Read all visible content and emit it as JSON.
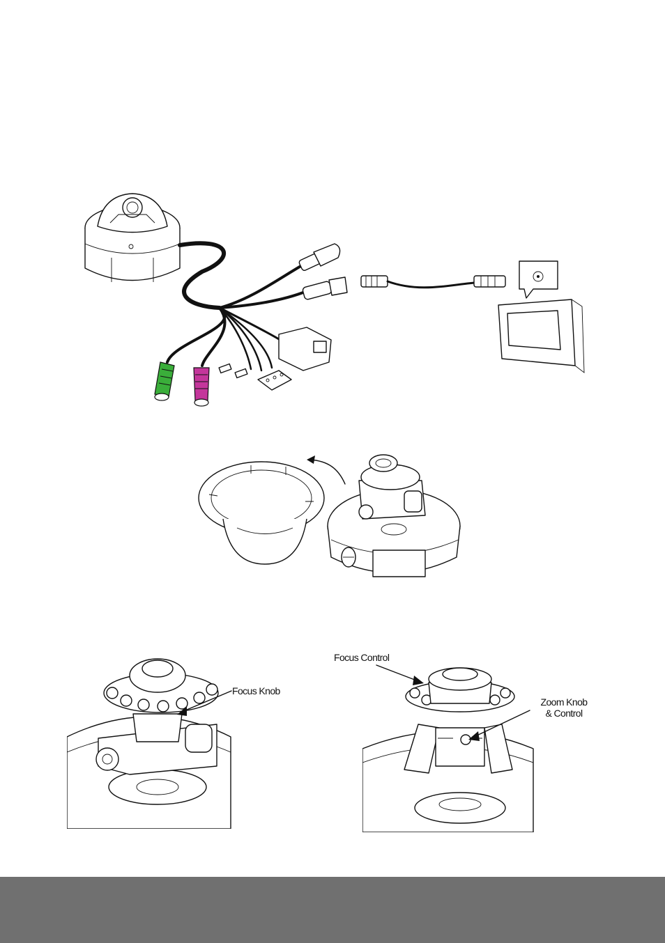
{
  "figures": {
    "wiring": {
      "name": "camera-wiring-diagram"
    },
    "dome_open": {
      "name": "dome-cover-removal"
    },
    "focus_view": {
      "name": "focus-knob-view"
    },
    "zoom_view": {
      "name": "focus-zoom-control-view"
    }
  },
  "labels": {
    "focus_knob": "Focus Knob",
    "focus_control": "Focus Control",
    "zoom_line1": "Zoom Knob",
    "zoom_line2": "& Control"
  },
  "colors": {
    "audio_green": "#3aae3a",
    "audio_magenta": "#c4369b",
    "footer": "#707070"
  }
}
